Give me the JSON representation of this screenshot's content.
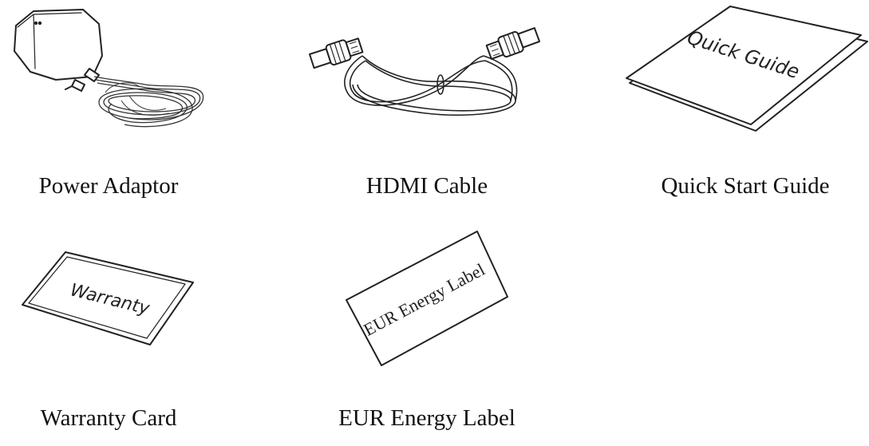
{
  "items": [
    {
      "caption": "Power Adaptor",
      "icon": "power-adaptor-icon"
    },
    {
      "caption": "HDMI Cable",
      "icon": "hdmi-cable-icon"
    },
    {
      "caption": "Quick Start Guide",
      "icon": "quick-guide-booklet-icon",
      "printed_text": "Quick Guide"
    },
    {
      "caption": "Warranty Card",
      "icon": "warranty-card-icon",
      "printed_text": "Warranty"
    },
    {
      "caption": "EUR Energy Label",
      "icon": "energy-label-icon",
      "printed_text": "EUR Energy Label"
    }
  ]
}
